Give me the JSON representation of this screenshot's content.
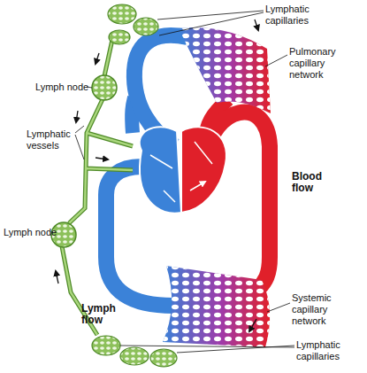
{
  "diagram": {
    "labels": [
      "Lymphatic capillaries",
      "Pulmonary capillary network",
      "Lymph node",
      "Lymphatic vessels",
      "Blood flow",
      "Lymph node",
      "Systemic capillary network",
      "Lymph flow",
      "Lymphatic capillaries"
    ]
  }
}
